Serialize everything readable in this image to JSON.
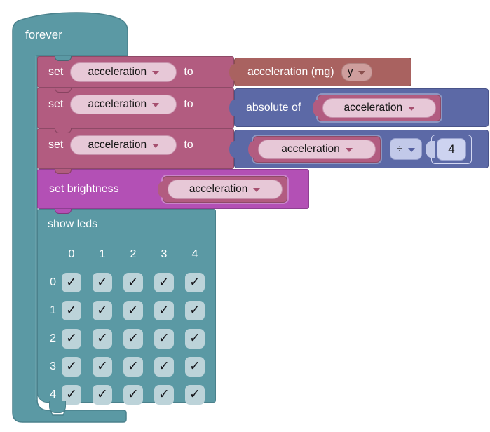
{
  "colors": {
    "teal": "#5B99A4",
    "teal_dark": "#4A818C",
    "pink": "#B25C80",
    "pink_pill": "#E7C8D7",
    "rust": "#A96260",
    "rust_pill": "#CE9E9D",
    "blue": "#5C69A6",
    "blue_pill": "#C2C9E9",
    "magenta": "#B350B5",
    "led_cell": "#BCD3D9"
  },
  "forever": {
    "label": "forever"
  },
  "rows": [
    {
      "set": "set",
      "variable": "acceleration",
      "to": "to",
      "value": {
        "label": "acceleration (mg)",
        "axis": "y"
      }
    },
    {
      "set": "set",
      "variable": "acceleration",
      "to": "to",
      "value": {
        "label": "absolute of",
        "variable": "acceleration"
      }
    },
    {
      "set": "set",
      "variable": "acceleration",
      "to": "to",
      "value": {
        "variable": "acceleration",
        "operator": "÷",
        "number": "4"
      }
    },
    {
      "label": "set brightness",
      "variable": "acceleration"
    },
    {
      "label": "show leds",
      "columns": [
        "0",
        "1",
        "2",
        "3",
        "4"
      ],
      "row_labels": [
        "0",
        "1",
        "2",
        "3",
        "4"
      ],
      "grid": [
        [
          true,
          true,
          true,
          true,
          true
        ],
        [
          true,
          true,
          true,
          true,
          true
        ],
        [
          true,
          true,
          true,
          true,
          true
        ],
        [
          true,
          true,
          true,
          true,
          true
        ],
        [
          true,
          true,
          true,
          true,
          true
        ]
      ],
      "check_glyph": "✓"
    }
  ]
}
